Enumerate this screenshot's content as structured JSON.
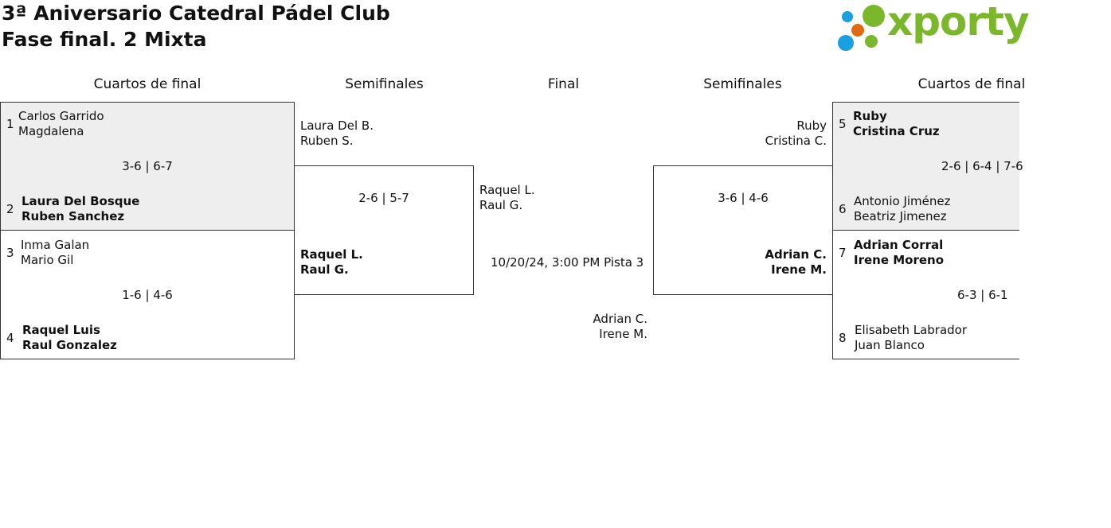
{
  "header": {
    "title": "3ª Aniversario Catedral Pádel Club",
    "subtitle": "Fase final. 2 Mixta",
    "logo_text": "xporty"
  },
  "columns": {
    "left_qf": "Cuartos de final",
    "left_sf": "Semifinales",
    "final": "Final",
    "right_sf": "Semifinales",
    "right_qf": "Cuartos de final"
  },
  "left": {
    "qf1": {
      "top": {
        "seed": "1",
        "p1": "Carlos Garrido",
        "p2": "Magdalena"
      },
      "score": "3-6 | 6-7",
      "bottom": {
        "seed": "2",
        "p1": "Laura Del Bosque",
        "p2": "Ruben Sanchez"
      }
    },
    "qf2": {
      "top": {
        "seed": "3",
        "p1": "Inma Galan",
        "p2": "Mario Gil"
      },
      "score": "1-6 | 4-6",
      "bottom": {
        "seed": "4",
        "p1": "Raquel Luis",
        "p2": "Raul Gonzalez"
      }
    },
    "sf": {
      "top": {
        "p1": "Laura Del B.",
        "p2": "Ruben S."
      },
      "score": "2-6 | 5-7",
      "bottom": {
        "p1": "Raquel L.",
        "p2": "Raul G."
      }
    }
  },
  "final": {
    "top": {
      "p1": "Raquel L.",
      "p2": "Raul G."
    },
    "schedule": "10/20/24, 3:00 PM",
    "court": "Pista 3",
    "bottom": {
      "p1": "Adrian C.",
      "p2": "Irene M."
    }
  },
  "right": {
    "sf": {
      "top": {
        "p1": "Ruby",
        "p2": "Cristina C."
      },
      "score": "3-6 | 4-6",
      "bottom": {
        "p1": "Adrian C.",
        "p2": "Irene M."
      }
    },
    "qf1": {
      "top": {
        "seed": "5",
        "p1": "Ruby",
        "p2": "Cristina Cruz"
      },
      "score": "2-6 | 6-4 | 7-6",
      "bottom": {
        "seed": "6",
        "p1": "Antonio Jiménez",
        "p2": "Beatriz Jimenez"
      }
    },
    "qf2": {
      "top": {
        "seed": "7",
        "p1": "Adrian Corral",
        "p2": "Irene Moreno"
      },
      "score": "6-3 | 6-1",
      "bottom": {
        "seed": "8",
        "p1": "Elisabeth Labrador",
        "p2": "Juan Blanco"
      }
    }
  },
  "colors": {
    "logo_green": "#7ab72a",
    "logo_blue": "#1a9fe0",
    "logo_orange": "#e06a12",
    "winner_bg": "#eeeeee"
  }
}
